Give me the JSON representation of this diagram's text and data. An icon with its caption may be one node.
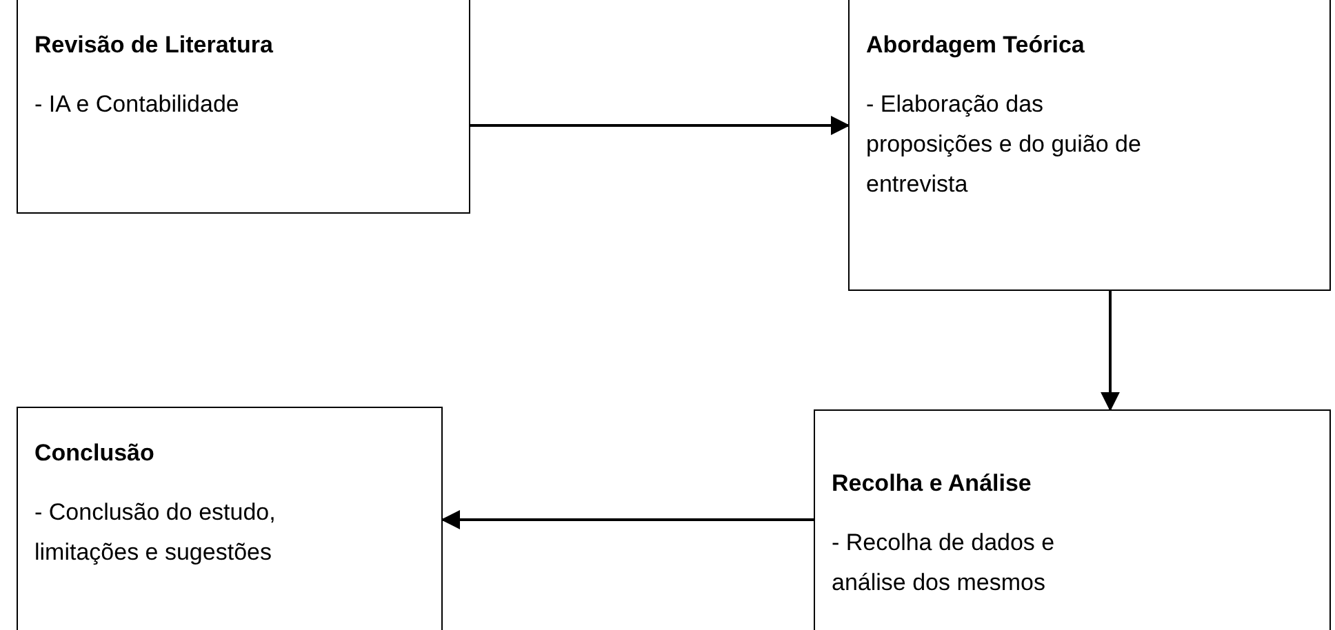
{
  "diagram": {
    "nodes": [
      {
        "text": [
          "Revisão de Literatura",
          "- IA e Contabilidade"
        ]
      },
      {
        "text": [
          "Abordagem Teórica",
          "- Elaboração das proposições e do guião de entrevista"
        ]
      },
      {
        "text": [
          "Recolha e Análise",
          "- Recolha de dados e análise dos mesmos"
        ]
      },
      {
        "text": [
          "Conclusão",
          "- Conclusão do estudo, limitações e sugestões"
        ]
      }
    ],
    "edges": [
      {
        "from": 0,
        "to": 1,
        "arrow": "to"
      },
      {
        "from": 1,
        "to": 2,
        "arrow": "to"
      },
      {
        "from": 2,
        "to": 3,
        "arrow": "to"
      }
    ]
  }
}
